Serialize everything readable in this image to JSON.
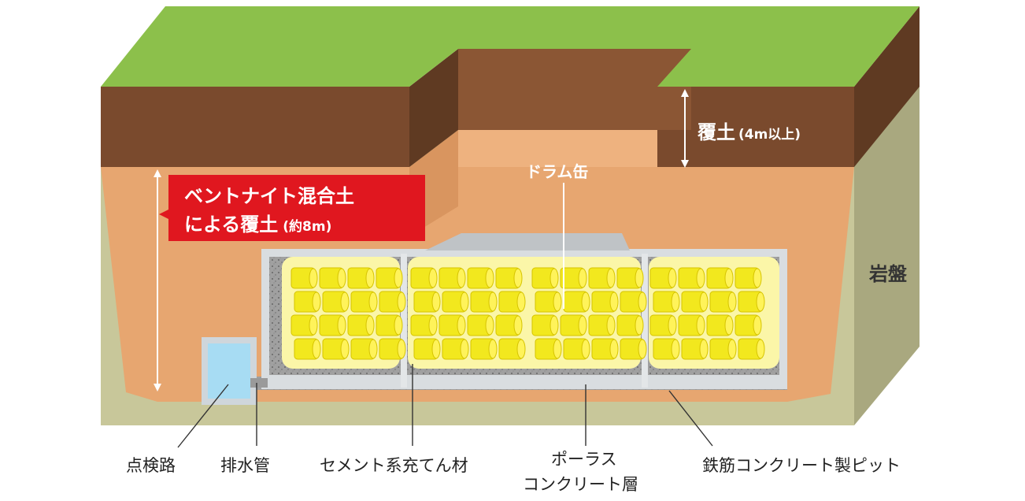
{
  "labels": {
    "cover_soil": "覆土",
    "cover_soil_note": "(4m以上)",
    "drum": "ドラム缶",
    "bentonite_line1": "ベントナイト混合土",
    "bentonite_line2": "による覆土",
    "bentonite_note": "(約8m)",
    "bedrock": "岩盤",
    "inspection_path": "点検路",
    "drain_pipe": "排水管",
    "cement_filler": "セメント系充てん材",
    "porous_line1": "ポーラス",
    "porous_line2": "コンクリート層",
    "rc_pit": "鉄筋コンクリート製ピット"
  },
  "colors": {
    "grass": "#8cc04b",
    "topsoil_front": "#7a4a2d",
    "topsoil_side": "#5f3a22",
    "bentonite": "#e7a670",
    "bedrock_front": "#c8c79a",
    "bedrock_side": "#a9a87f",
    "callout": "#e0171f",
    "drum": "#f2e81e",
    "concrete": "#9c9c9c",
    "pit_wall": "#d9dde0",
    "water": "#a7dcf3"
  }
}
